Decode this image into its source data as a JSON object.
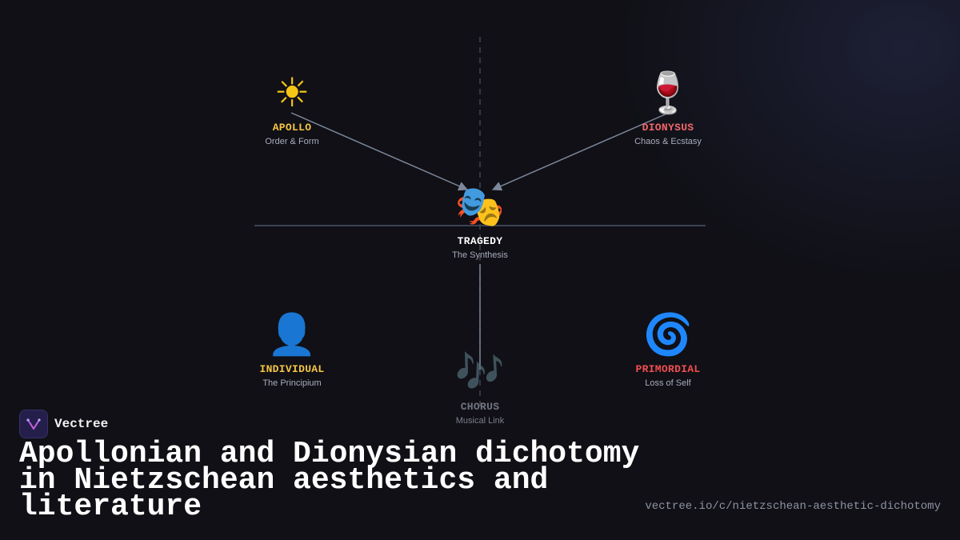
{
  "diagram": {
    "nodes": [
      {
        "id": "apollo",
        "icon": "sun-icon",
        "glyph": "☀",
        "title": "APOLLO",
        "subtitle": "Order & Form",
        "color": "#f6c544"
      },
      {
        "id": "dionysus",
        "icon": "wine-glass-icon",
        "glyph": "🍷",
        "title": "DIONYSUS",
        "subtitle": "Chaos & Ecstasy",
        "color": "#f0676b"
      },
      {
        "id": "tragedy",
        "icon": "theater-masks-icon",
        "glyph": "🎭",
        "title": "TRAGEDY",
        "subtitle": "The Synthesis",
        "color": "#ffffff"
      },
      {
        "id": "individual",
        "icon": "person-silhouette-icon",
        "glyph": "👤",
        "title": "INDIVIDUAL",
        "subtitle": "The Principium",
        "color": "#f6c544"
      },
      {
        "id": "chorus",
        "icon": "music-notes-icon",
        "glyph": "🎶",
        "title": "CHORUS",
        "subtitle": "Musical Link",
        "color": "#9aa0ad"
      },
      {
        "id": "primordial",
        "icon": "spiral-icon",
        "glyph": "🌀",
        "title": "PRIMORDIAL",
        "subtitle": "Loss of Self",
        "color": "#f04e50"
      }
    ],
    "edges": [
      {
        "from": "apollo",
        "to": "tragedy",
        "style": "arrow"
      },
      {
        "from": "dionysus",
        "to": "tragedy",
        "style": "arrow"
      },
      {
        "from": "tragedy",
        "to": "chorus",
        "style": "line"
      }
    ]
  },
  "brand": {
    "name": "Vectree",
    "logo_icon": "vectree-logo-icon"
  },
  "headline": "Apollonian and Dionysian dichotomy in Nietzschean aesthetics and literature",
  "url": "vectree.io/c/nietzschean-aesthetic-dichotomy",
  "colors": {
    "background": "#101016",
    "accent_gold": "#f6c544",
    "accent_red": "#f0676b",
    "line": "#6f7a8c"
  }
}
